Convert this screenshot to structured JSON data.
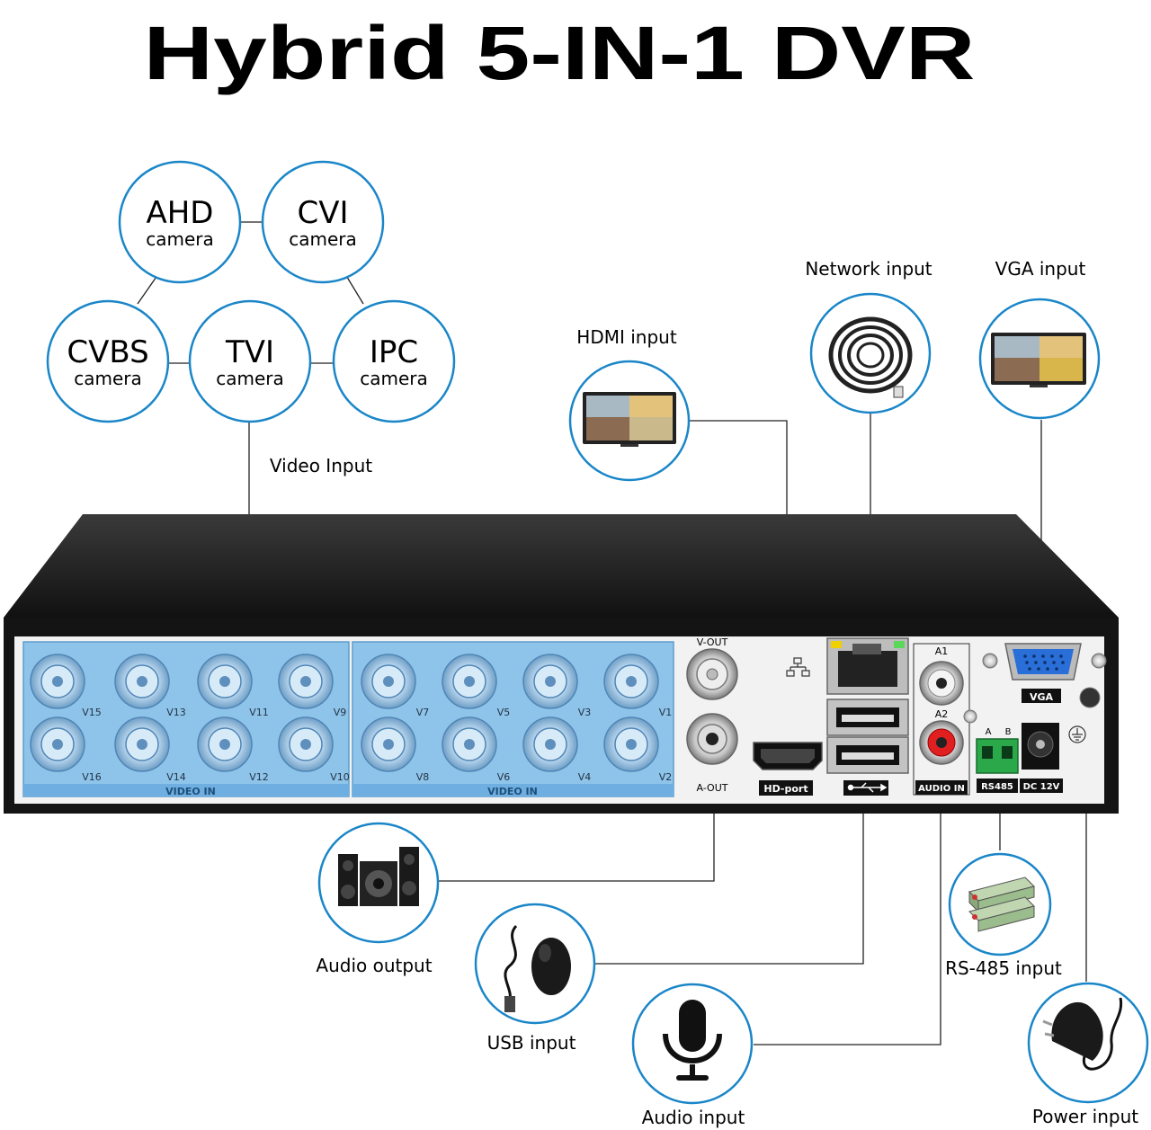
{
  "title": "Hybrid 5-IN-1 DVR",
  "colors": {
    "accent": "#1a86c8",
    "panel_blue": "#8fc4ea",
    "chassis": "#1b1b1b"
  },
  "camera_types": [
    {
      "name": "AHD",
      "sub": "camera"
    },
    {
      "name": "CVI",
      "sub": "camera"
    },
    {
      "name": "CVBS",
      "sub": "camera"
    },
    {
      "name": "TVI",
      "sub": "camera"
    },
    {
      "name": "IPC",
      "sub": "camera"
    }
  ],
  "labels": {
    "video_input": "Video Input",
    "hdmi_input": "HDMI input",
    "network_input": "Network input",
    "vga_input": "VGA input",
    "audio_output": "Audio output",
    "usb_input": "USB input",
    "audio_input": "Audio input",
    "rs485_input": "RS-485 input",
    "power_input": "Power input"
  },
  "panel": {
    "channels_top": [
      "V15",
      "V13",
      "V11",
      "V9",
      "V7",
      "V5",
      "V3",
      "V1"
    ],
    "channels_bottom": [
      "V16",
      "V14",
      "V12",
      "V10",
      "V8",
      "V6",
      "V4",
      "V2"
    ],
    "video_in": "VIDEO IN",
    "v_out": "V-OUT",
    "a_out": "A-OUT",
    "hd_port": "HD-port",
    "usb_symbol": "⭠⭢",
    "a1": "A1",
    "a2": "A2",
    "audio_in": "AUDIO IN",
    "vga": "VGA",
    "rs485_a": "A",
    "rs485_b": "B",
    "rs485": "RS485",
    "dc12v": "DC 12V"
  },
  "icons": [
    "network-symbol-icon",
    "usb-symbol-icon",
    "ground-symbol-icon",
    "speaker-icon",
    "mouse-icon",
    "microphone-icon",
    "tv-icon",
    "cable-icon",
    "monitor-icon",
    "converter-icon",
    "power-adapter-icon"
  ]
}
